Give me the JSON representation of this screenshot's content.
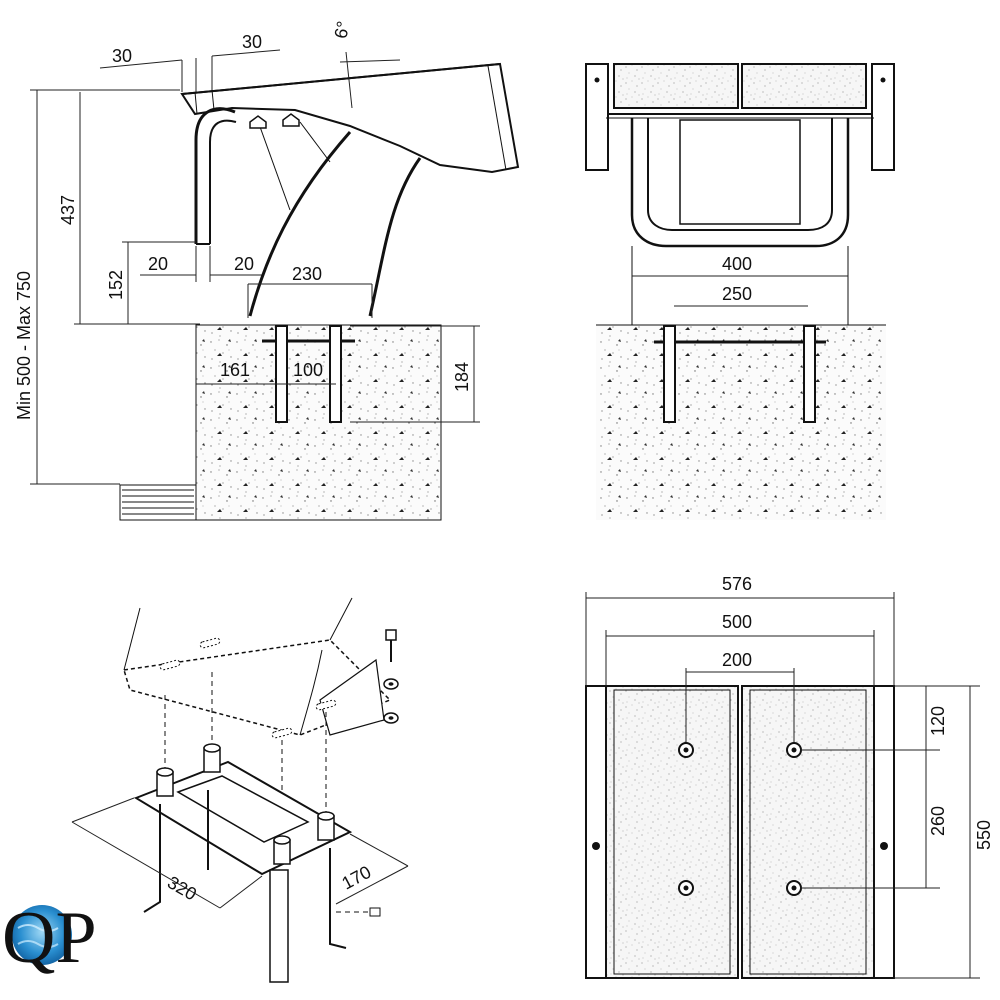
{
  "side_view": {
    "dim_top_left": "30",
    "dim_top_right": "30",
    "dim_angle": "6°",
    "dim_height_range": "Min 500 - Max 750",
    "dim_437": "437",
    "dim_152": "152",
    "dim_20_left": "20",
    "dim_20_right": "20",
    "dim_230": "230",
    "dim_161": "161",
    "dim_100": "100",
    "dim_184": "184"
  },
  "front_view": {
    "dim_400": "400",
    "dim_250": "250"
  },
  "exploded_view": {
    "dim_320": "320",
    "dim_170": "170"
  },
  "top_view": {
    "dim_576": "576",
    "dim_500": "500",
    "dim_200": "200",
    "dim_120": "120",
    "dim_260": "260",
    "dim_550": "550"
  },
  "logo": {
    "text": "QP",
    "accent": "#2a8fd0"
  }
}
